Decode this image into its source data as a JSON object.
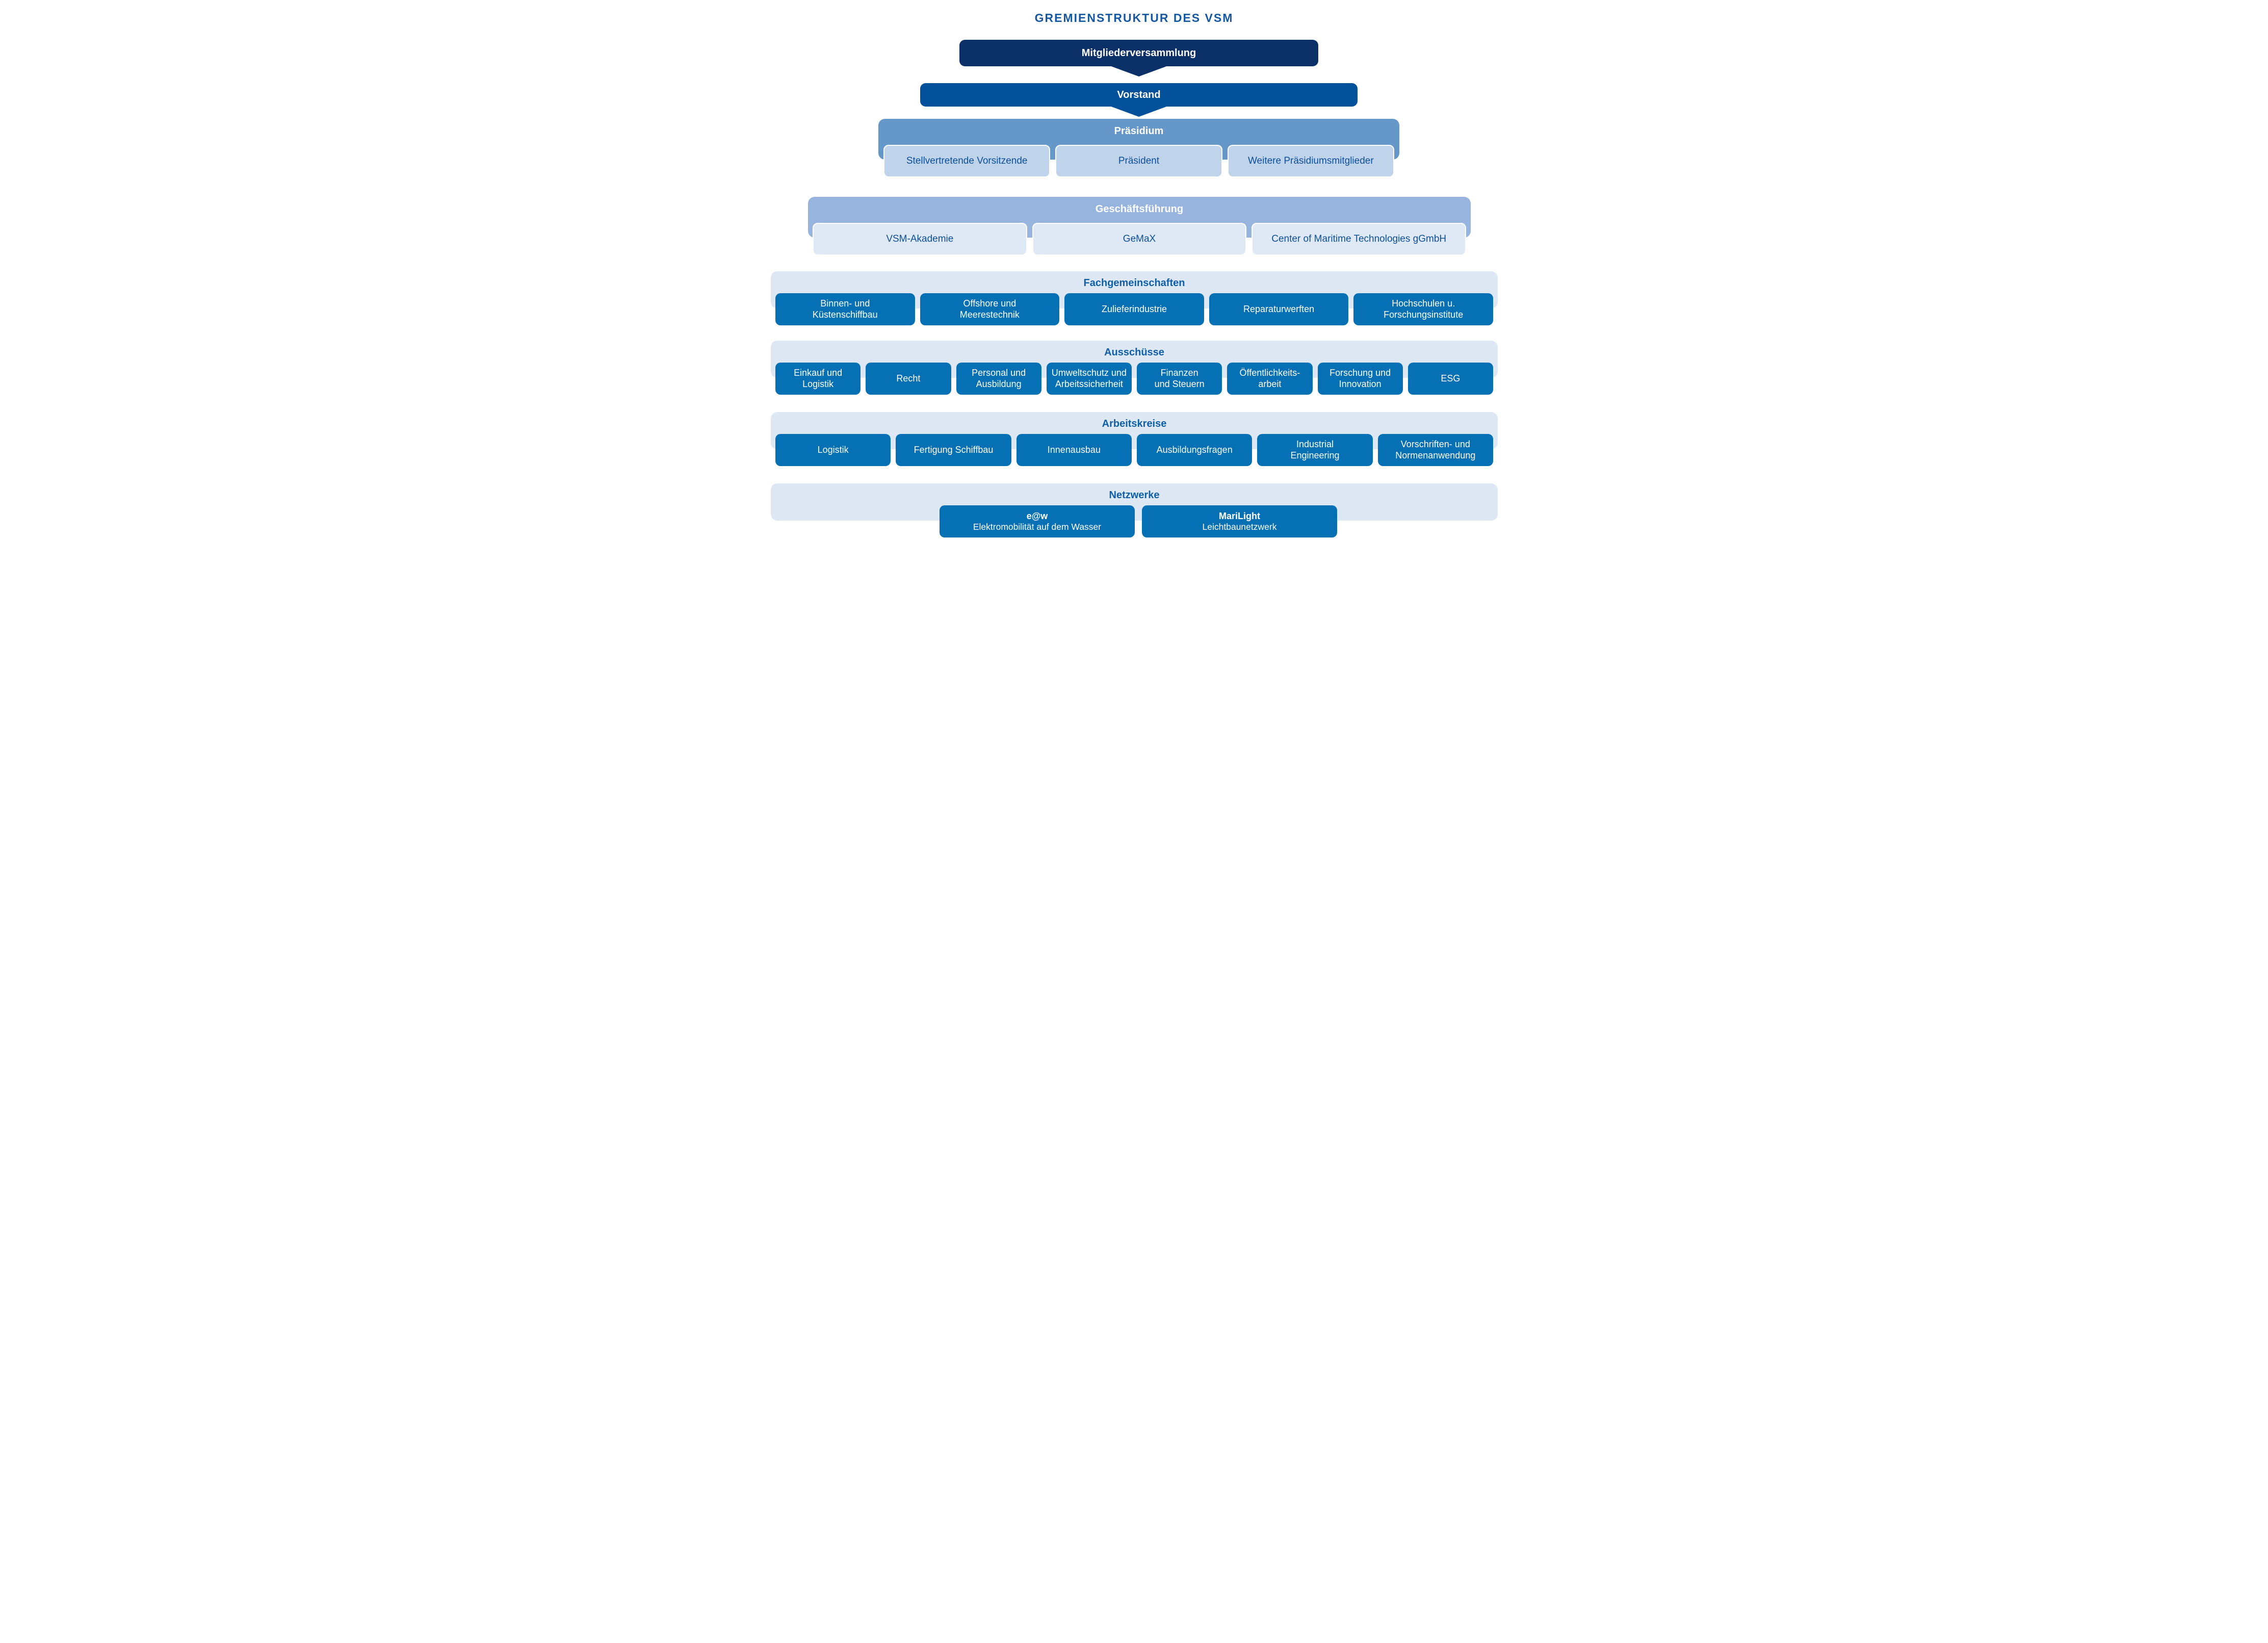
{
  "title": "GREMIENSTRUKTUR DES VSM",
  "colors": {
    "navy": "#0a3067",
    "blue": "#03519b",
    "steel_blue": "#6697c9",
    "steel_light": "#bfd4ea",
    "periwinkle": "#97b4de",
    "pale_light": "#dfe9f6",
    "section_band": "#dee7f4",
    "box_blue": "#0670b4",
    "heading_blue": "#0f5fa8",
    "title_blue": "#1558a2",
    "dark_text": "#0d4f97"
  },
  "hierarchy": {
    "mitgliederversammlung": "Mitgliederversammlung",
    "vorstand": "Vorstand",
    "praesidium": {
      "title": "Präsidium",
      "members": [
        "Stellvertretende Vorsitzende",
        "Präsident",
        "Weitere Präsidiumsmitglieder"
      ]
    },
    "geschaeftsfuehrung": {
      "title": "Geschäftsführung",
      "members": [
        "VSM-Akademie",
        "GeMaX",
        "Center of Maritime Technologies gGmbH"
      ]
    }
  },
  "sections": {
    "fachgemeinschaften": {
      "title": "Fachgemeinschaften",
      "items": [
        "Binnen- und\nKüstenschiffbau",
        "Offshore und\nMeerestechnik",
        "Zulieferindustrie",
        "Reparaturwerften",
        "Hochschulen u.\nForschungsinstitute"
      ]
    },
    "ausschuesse": {
      "title": "Ausschüsse",
      "items": [
        "Einkauf und\nLogistik",
        "Recht",
        "Personal und\nAusbildung",
        "Umweltschutz und\nArbeitssicherheit",
        "Finanzen\nund Steuern",
        "Öffentlichkeits-\narbeit",
        "Forschung und\nInnovation",
        "ESG"
      ]
    },
    "arbeitskreise": {
      "title": "Arbeitskreise",
      "items": [
        "Logistik",
        "Fertigung Schiffbau",
        "Innenausbau",
        "Ausbildungsfragen",
        "Industrial\nEngineering",
        "Vorschriften- und\nNormenanwendung"
      ]
    },
    "netzwerke": {
      "title": "Netzwerke",
      "items": [
        {
          "name": "e@w",
          "desc": "Elektromobilität auf dem Wasser"
        },
        {
          "name": "MariLight",
          "desc": "Leichtbaunetzwerk"
        }
      ]
    }
  }
}
